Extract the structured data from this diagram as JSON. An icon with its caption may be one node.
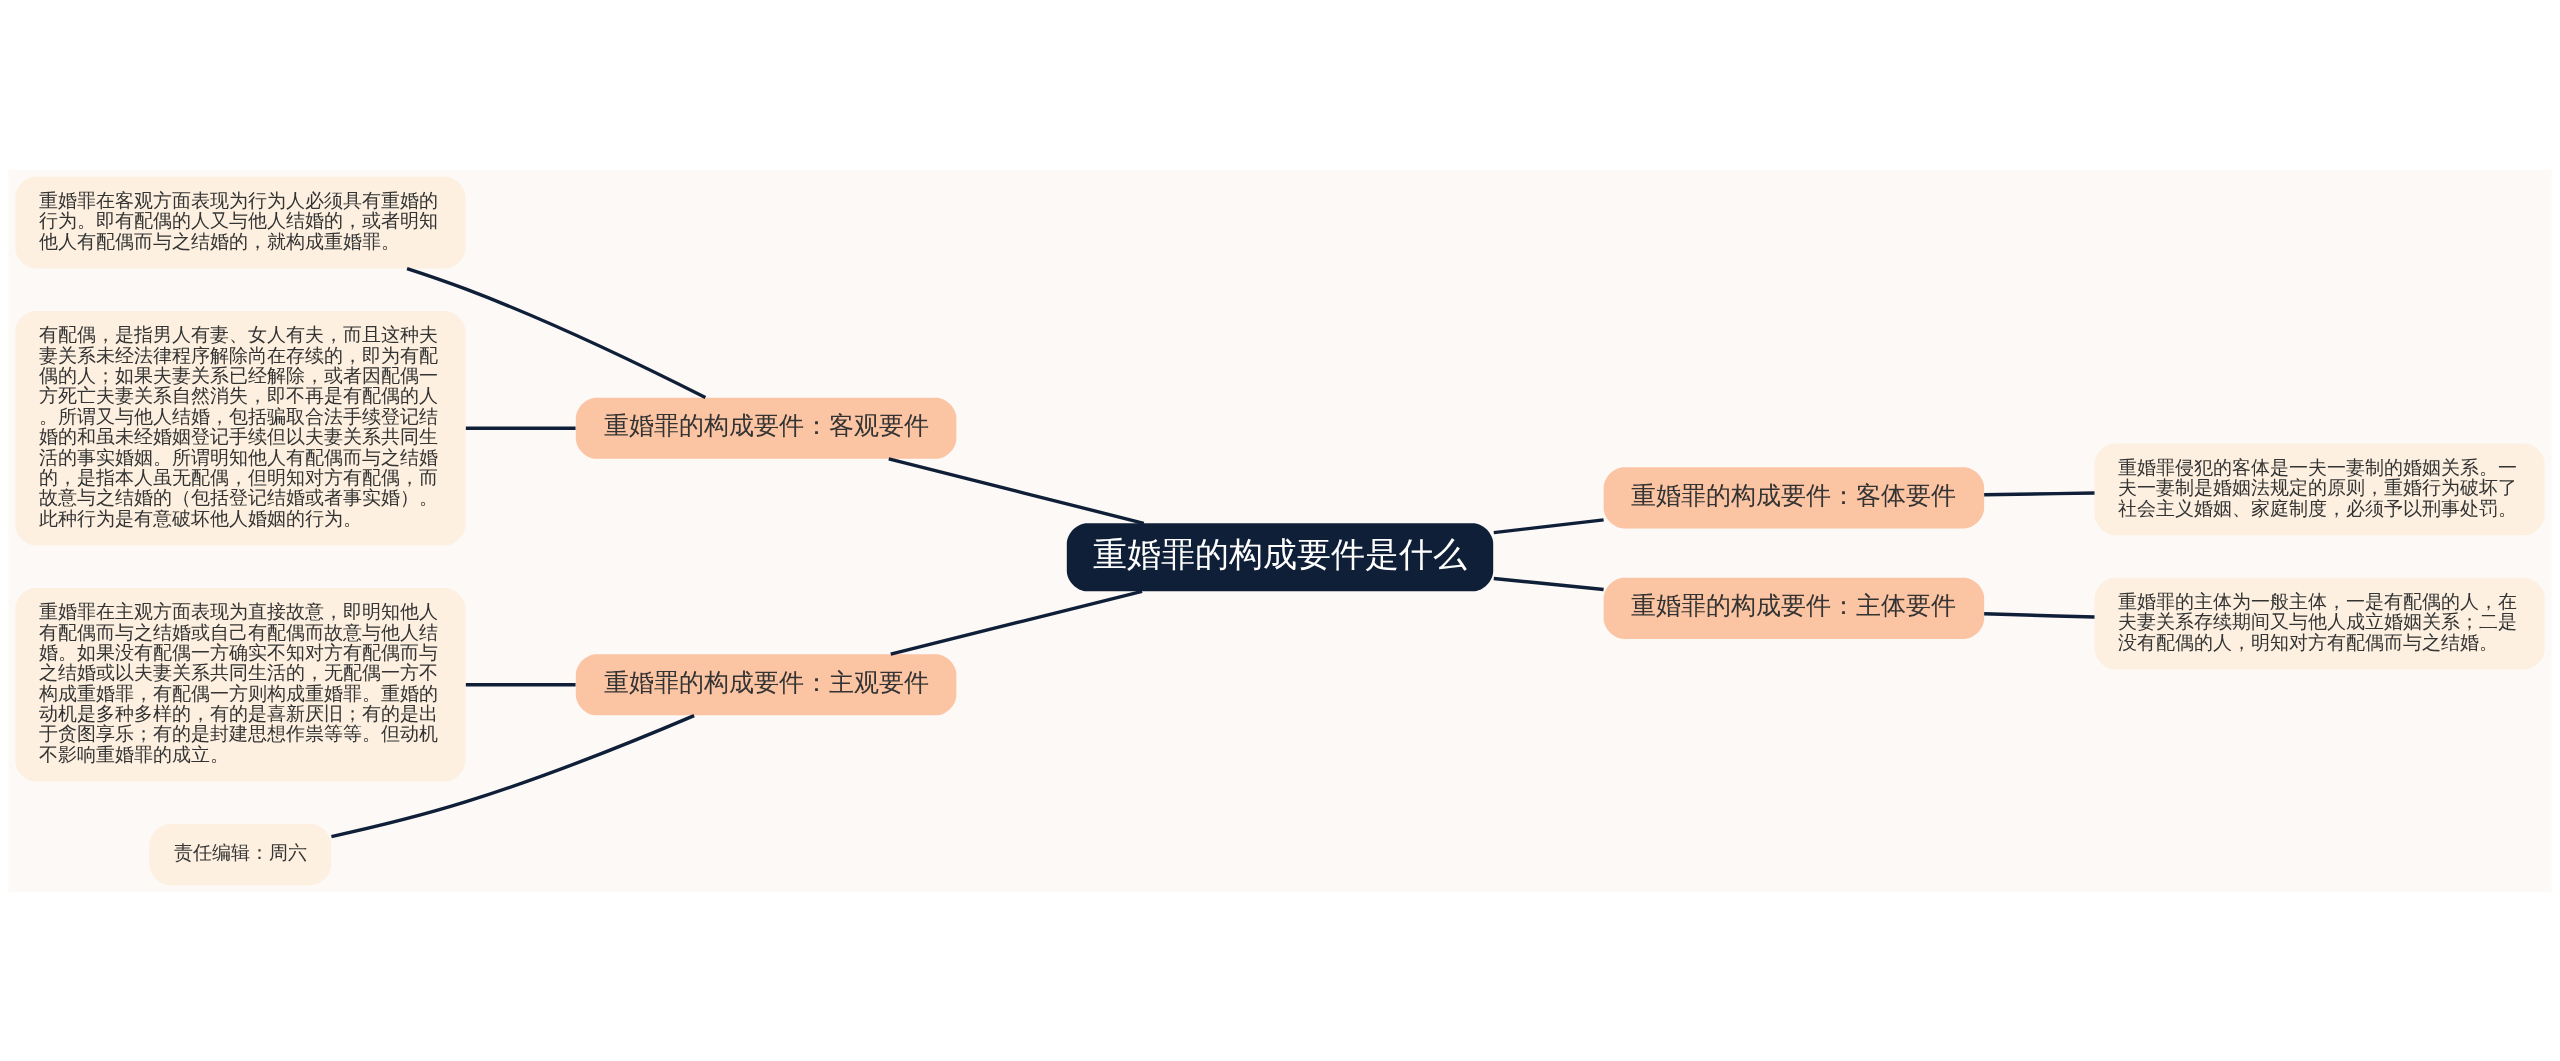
{
  "diagram": {
    "nodes": [
      {
        "text": [
          "重婚罪的构成要件是什么"
        ]
      },
      {
        "text": [
          "重婚罪的构成要件：客观要件"
        ]
      },
      {
        "text": [
          "重婚罪在客观方面表现为行为人必须具有重婚的行为。即有配偶的人又与他人结婚的，或者明知他人有配偶而与之结婚的，就构成重婚罪。"
        ]
      },
      {
        "text": [
          "有配偶，是指男人有妻、女人有夫，而且这种夫妻关系未经法律程序解除尚在存续的，即为有配偶的人；如果夫妻关系已经解除，或者因配偶一方死亡夫妻关系自然消失，即不再是有配偶的人。所谓又与他人结婚，包括骗取合法手续登记结婚的和虽未经婚姻登记手续但以夫妻关系共同生活的事实婚姻。所谓明知他人有配偶而与之结婚的，是指本人虽无配偶，但明知对方有配偶，而故意与之结婚的（包括登记结婚或者事实婚）。此种行为是有意破坏他人婚姻的行为。"
        ]
      },
      {
        "text": [
          "重婚罪的构成要件：主观要件"
        ]
      },
      {
        "text": [
          "重婚罪在主观方面表现为直接故意，即明知他人有配偶而与之结婚或自己有配偶而故意与他人结婚。如果没有配偶一方确实不知对方有配偶而与之结婚或以夫妻关系共同生活的，无配偶一方不构成重婚罪，有配偶一方则构成重婚罪。重婚的动机是多种多样的，有的是喜新厌旧；有的是出于贪图享乐；有的是封建思想作祟等等。但动机不影响重婚罪的成立。"
        ]
      },
      {
        "text": [
          "责任编辑：周六"
        ]
      },
      {
        "text": [
          "重婚罪的构成要件：客体要件"
        ]
      },
      {
        "text": [
          "重婚罪侵犯的客体是一夫一妻制的婚姻关系。一夫一妻制是婚姻法规定的原则，重婚行为破坏了社会主义婚姻、家庭制度，必须予以刑事处罚。"
        ]
      },
      {
        "text": [
          "重婚罪的构成要件：主体要件"
        ]
      },
      {
        "text": [
          "重婚罪的主体为一般主体，一是有配偶的人，在夫妻关系存续期间又与他人成立婚姻关系；二是没有配偶的人，明知对方有配偶而与之结婚。"
        ]
      }
    ],
    "edges": [
      {
        "from": 2,
        "to": 1,
        "arrow": "none"
      },
      {
        "from": 3,
        "to": 1,
        "arrow": "none"
      },
      {
        "from": 1,
        "to": 0,
        "arrow": "none"
      },
      {
        "from": 5,
        "to": 4,
        "arrow": "none"
      },
      {
        "from": 6,
        "to": 4,
        "arrow": "none"
      },
      {
        "from": 4,
        "to": 0,
        "arrow": "none"
      },
      {
        "from": 0,
        "to": 7,
        "arrow": "none"
      },
      {
        "from": 7,
        "to": 8,
        "arrow": "none"
      },
      {
        "from": 0,
        "to": 9,
        "arrow": "none"
      },
      {
        "from": 9,
        "to": 10,
        "arrow": "none"
      }
    ]
  }
}
